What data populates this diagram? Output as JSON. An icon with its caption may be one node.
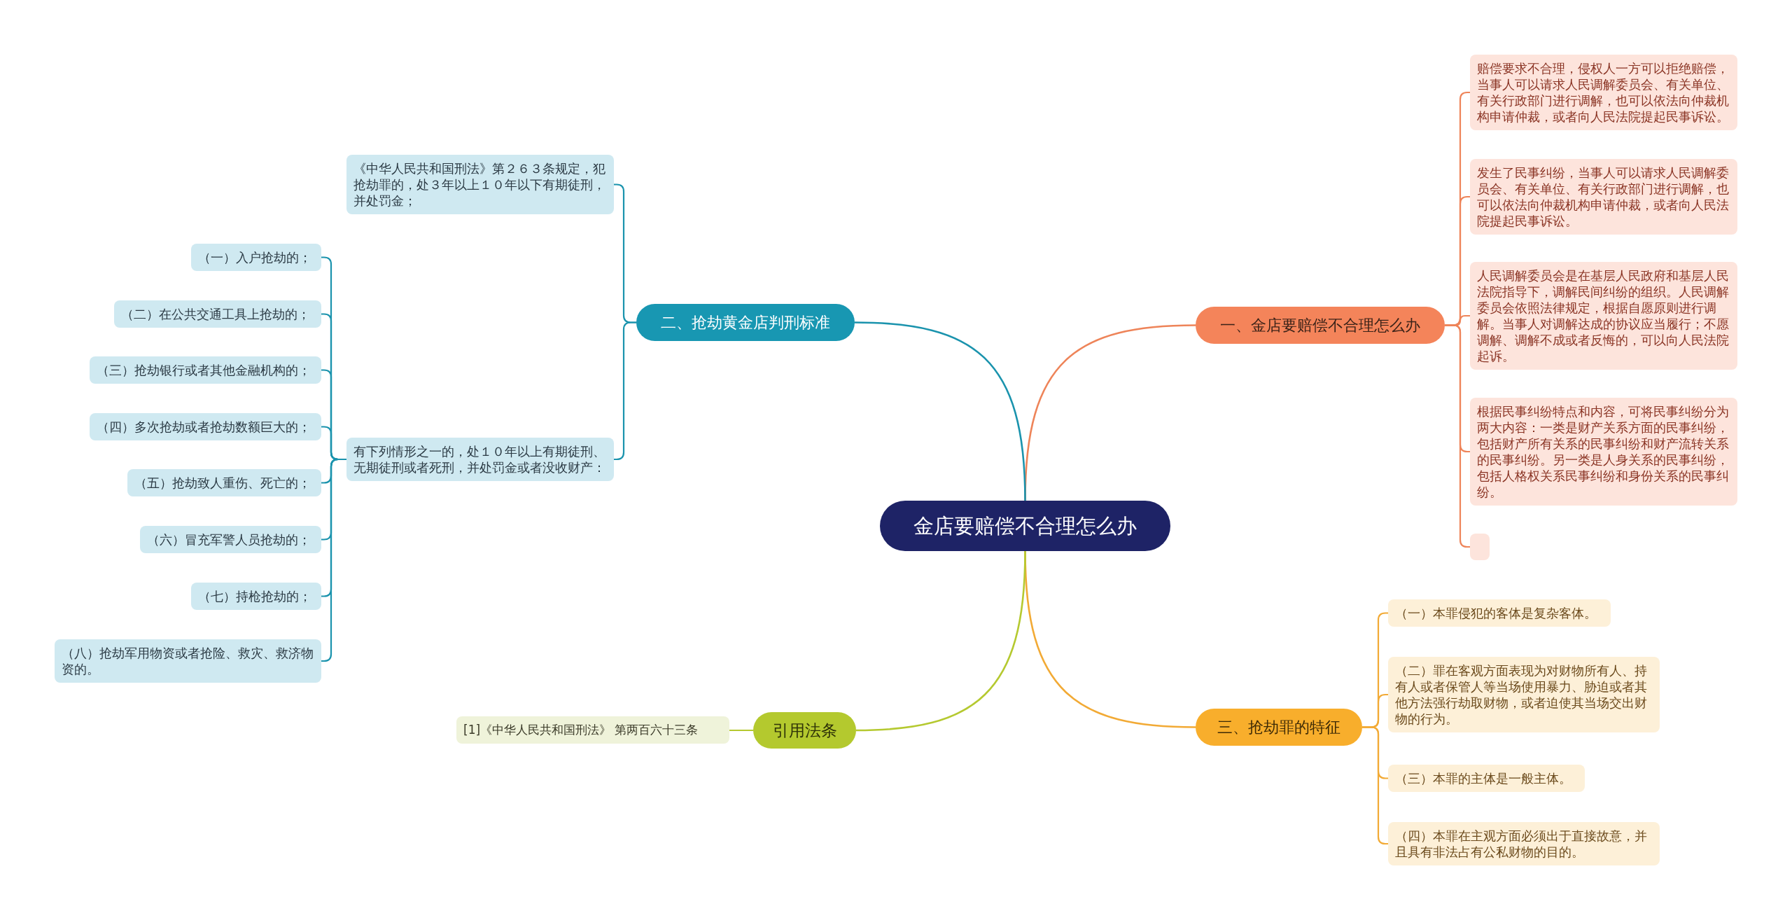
{
  "diagram": {
    "nodes": [
      {
        "text": [
          "金店要赔偿不合理怎么办"
        ]
      },
      {
        "text": [
          "一、金店要赔偿不合理怎么办"
        ]
      },
      {
        "text": [
          "赔偿要求不合理，侵权人一方可以拒绝赔偿，当事人可以请求人民调解委员会、有关单位、有关行政部门进行调解，也可以依法向仲裁机构申请仲裁，或者向人民法院提起民事诉讼。"
        ]
      },
      {
        "text": [
          "发生了民事纠纷，当事人可以请求人民调解委员会、有关单位、有关行政部门进行调解，也可以依法向仲裁机构申请仲裁，或者向人民法院提起民事诉讼。"
        ]
      },
      {
        "text": [
          "人民调解委员会是在基层人民政府和基层人民法院指导下，调解民间纠纷的组织。人民调解委员会依照法律规定，根据自愿原则进行调解。当事人对调解达成的协议应当履行；不愿调解、调解不成或者反悔的，可以向人民法院起诉。"
        ]
      },
      {
        "text": [
          "根据民事纠纷特点和内容，可将民事纠纷分为两大内容：一类是财产关系方面的民事纠纷，包括财产所有关系的民事纠纷和财产流转关系的民事纠纷。另一类是人身关系的民事纠纷，包括人格权关系民事纠纷和身份关系的民事纠纷。"
        ]
      },
      {
        "text": [],
        "shape": "box"
      },
      {
        "text": [
          "二、抢劫黄金店判刑标准"
        ]
      },
      {
        "text": [
          "《中华人民共和国刑法》第２６３条规定，犯抢劫罪的，处３年以上１０年以下有期徒刑，并处罚金；"
        ]
      },
      {
        "text": [
          "有下列情形之一的，处１０年以上有期徒刑、无期徒刑或者死刑，并处罚金或者没收财产："
        ]
      },
      {
        "text": [
          "（一）入户抢劫的；"
        ]
      },
      {
        "text": [
          "（二）在公共交通工具上抢劫的；"
        ]
      },
      {
        "text": [
          "（三）抢劫银行或者其他金融机构的；"
        ]
      },
      {
        "text": [
          "（四）多次抢劫或者抢劫数额巨大的；"
        ]
      },
      {
        "text": [
          "（五）抢劫致人重伤、死亡的；"
        ]
      },
      {
        "text": [
          "（六）冒充军警人员抢劫的；"
        ]
      },
      {
        "text": [
          "（七）持枪抢劫的；"
        ]
      },
      {
        "text": [
          "（八）抢劫军用物资或者抢险、救灾、救济物资的。"
        ]
      },
      {
        "text": [
          "三、抢劫罪的特征"
        ]
      },
      {
        "text": [
          "（一）本罪侵犯的客体是复杂客体。"
        ]
      },
      {
        "text": [
          "（二）罪在客观方面表现为对财物所有人、持有人或者保管人等当场使用暴力、胁迫或者其他方法强行劫取财物，或者迫使其当场交出财物的行为。"
        ]
      },
      {
        "text": [
          "（三）本罪的主体是一般主体。"
        ]
      },
      {
        "text": [
          "（四）本罪在主观方面必须出于直接故意，并且具有非法占有公私财物的目的。"
        ]
      },
      {
        "text": [
          "引用法条"
        ]
      },
      {
        "text": [
          "[1]《中华人民共和国刑法》 第两百六十三条"
        ]
      }
    ],
    "edges": [
      {
        "from": 0,
        "to": 1,
        "arrow": "none",
        "color": "#ee8459"
      },
      {
        "from": 1,
        "to": 2,
        "arrow": "none",
        "color": "#ee8459"
      },
      {
        "from": 1,
        "to": 3,
        "arrow": "none",
        "color": "#ee8459"
      },
      {
        "from": 1,
        "to": 4,
        "arrow": "none",
        "color": "#ee8459"
      },
      {
        "from": 1,
        "to": 5,
        "arrow": "none",
        "color": "#ee8459"
      },
      {
        "from": 1,
        "to": 6,
        "arrow": "none",
        "color": "#ee8459"
      },
      {
        "from": 0,
        "to": 7,
        "arrow": "none"
      },
      {
        "from": 7,
        "to": 8,
        "arrow": "none"
      },
      {
        "from": 7,
        "to": 9,
        "arrow": "none"
      },
      {
        "from": 9,
        "to": 10,
        "arrow": "none"
      },
      {
        "from": 9,
        "to": 11,
        "arrow": "none"
      },
      {
        "from": 9,
        "to": 12,
        "arrow": "none"
      },
      {
        "from": 9,
        "to": 13,
        "arrow": "none"
      },
      {
        "from": 9,
        "to": 14,
        "arrow": "none"
      },
      {
        "from": 9,
        "to": 15,
        "arrow": "none"
      },
      {
        "from": 9,
        "to": 16,
        "arrow": "none"
      },
      {
        "from": 9,
        "to": 17,
        "arrow": "none"
      },
      {
        "from": 0,
        "to": 18,
        "arrow": "none",
        "color": "#f2aa35"
      },
      {
        "from": 18,
        "to": 19,
        "arrow": "none",
        "color": "#f2aa35"
      },
      {
        "from": 18,
        "to": 20,
        "arrow": "none",
        "color": "#f2aa35"
      },
      {
        "from": 18,
        "to": 21,
        "arrow": "none",
        "color": "#f2aa35"
      },
      {
        "from": 18,
        "to": 22,
        "arrow": "none",
        "color": "#f2aa35"
      },
      {
        "from": 0,
        "to": 23,
        "arrow": "none",
        "color": "#b5c930"
      },
      {
        "from": 23,
        "to": 24,
        "arrow": "none",
        "color": "#b5c930"
      }
    ]
  }
}
